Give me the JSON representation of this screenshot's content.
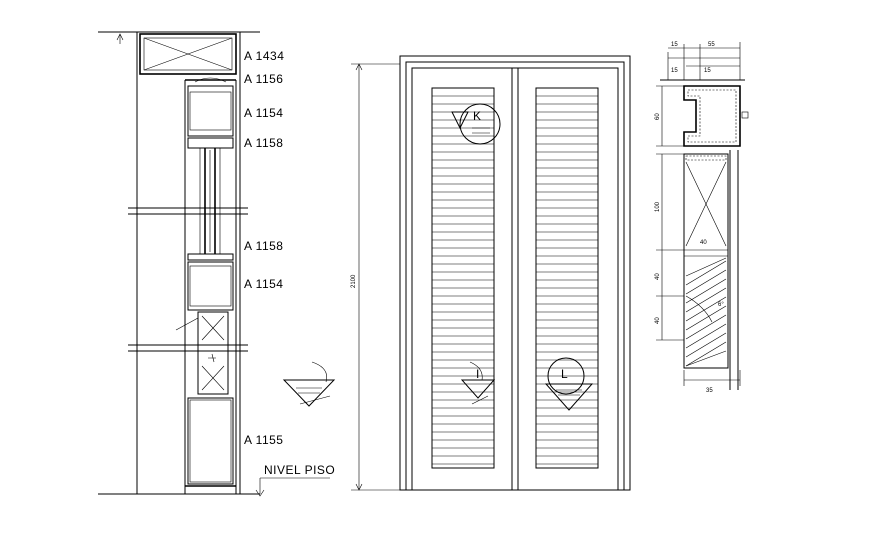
{
  "section_labels": [
    "A 1434",
    "A 1156",
    "A 1154",
    "A 1158",
    "A 1158",
    "A 1154",
    "A 1155"
  ],
  "floor_label": "NIVEL PISO",
  "elevation": {
    "height_dim": "2100",
    "markers": [
      "K",
      "I",
      "L"
    ]
  },
  "detail": {
    "top_dims": [
      "15",
      "55",
      "15",
      "15"
    ],
    "side_dims": [
      "60",
      "100",
      "40",
      "40"
    ],
    "inner_dim": "40",
    "angle_dim": "6°",
    "bottom_dim": "35"
  }
}
